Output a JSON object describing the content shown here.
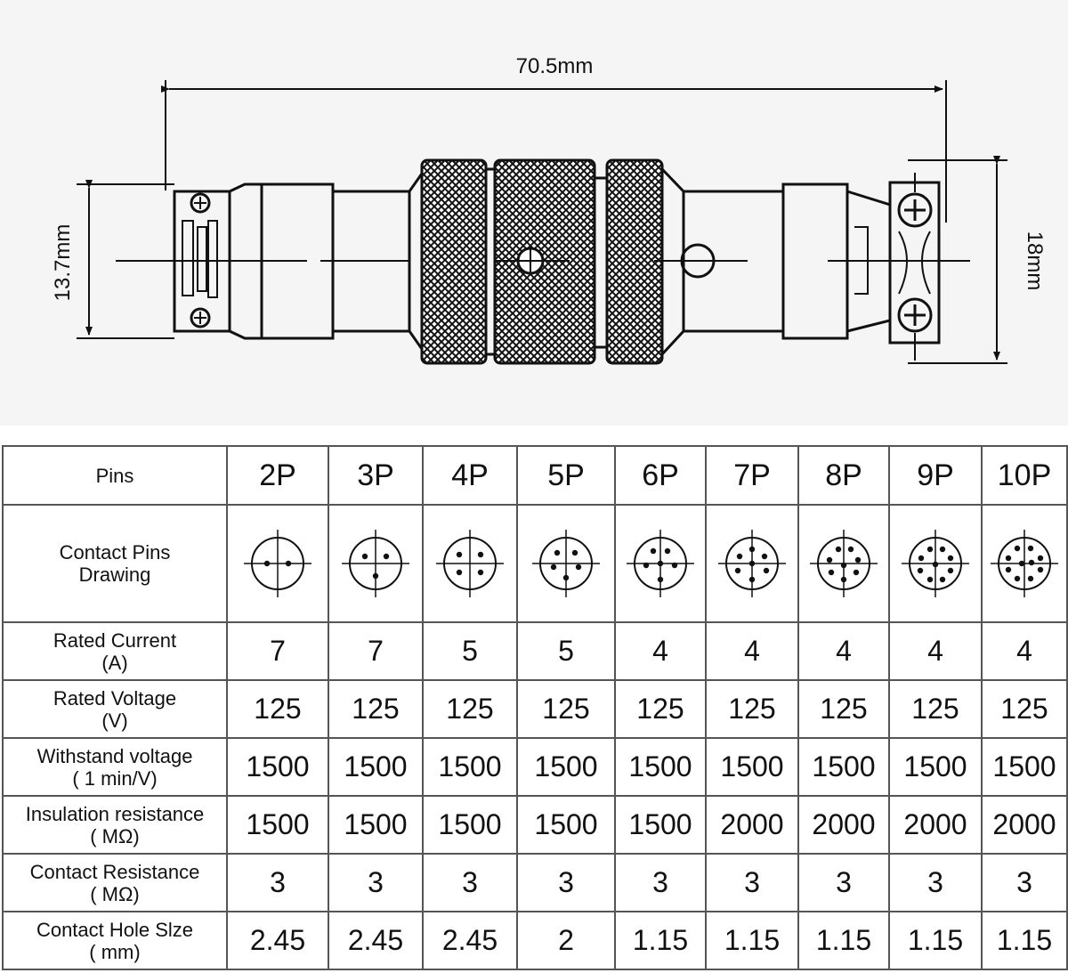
{
  "drawing": {
    "length_label": "70.5mm",
    "left_height_label": "13.7mm",
    "right_height_label": "18mm"
  },
  "table": {
    "header_label": "Pins",
    "pins": [
      "2P",
      "3P",
      "4P",
      "5P",
      "6P",
      "7P",
      "8P",
      "9P",
      "10P"
    ],
    "drawing_row": {
      "label_line1": "Contact Pins",
      "label_line2": "Drawing",
      "pin_counts": [
        2,
        3,
        4,
        5,
        6,
        7,
        8,
        9,
        10
      ]
    },
    "rows": [
      {
        "label_line1": "Rated Current",
        "label_line2": "(A)",
        "values": [
          "7",
          "7",
          "5",
          "5",
          "4",
          "4",
          "4",
          "4",
          "4"
        ]
      },
      {
        "label_line1": "Rated Voltage",
        "label_line2": "(V)",
        "values": [
          "125",
          "125",
          "125",
          "125",
          "125",
          "125",
          "125",
          "125",
          "125"
        ]
      },
      {
        "label_line1": "Withstand voltage",
        "label_line2": "( 1 min/V)",
        "values": [
          "1500",
          "1500",
          "1500",
          "1500",
          "1500",
          "1500",
          "1500",
          "1500",
          "1500"
        ]
      },
      {
        "label_line1": "Insulation resistance",
        "label_line2": "( MΩ)",
        "values": [
          "1500",
          "1500",
          "1500",
          "1500",
          "1500",
          "2000",
          "2000",
          "2000",
          "2000"
        ]
      },
      {
        "label_line1": "Contact Resistance",
        "label_line2": "( MΩ)",
        "values": [
          "3",
          "3",
          "3",
          "3",
          "3",
          "3",
          "3",
          "3",
          "3"
        ]
      },
      {
        "label_line1": "Contact Hole Slze",
        "label_line2": "( mm)",
        "values": [
          "2.45",
          "2.45",
          "2.45",
          "2",
          "1.15",
          "1.15",
          "1.15",
          "1.15",
          "1.15"
        ]
      }
    ]
  },
  "colors": {
    "pin_header": "#1f7fd4",
    "drawing_bg": "#f5f5f5",
    "line": "#111111"
  }
}
